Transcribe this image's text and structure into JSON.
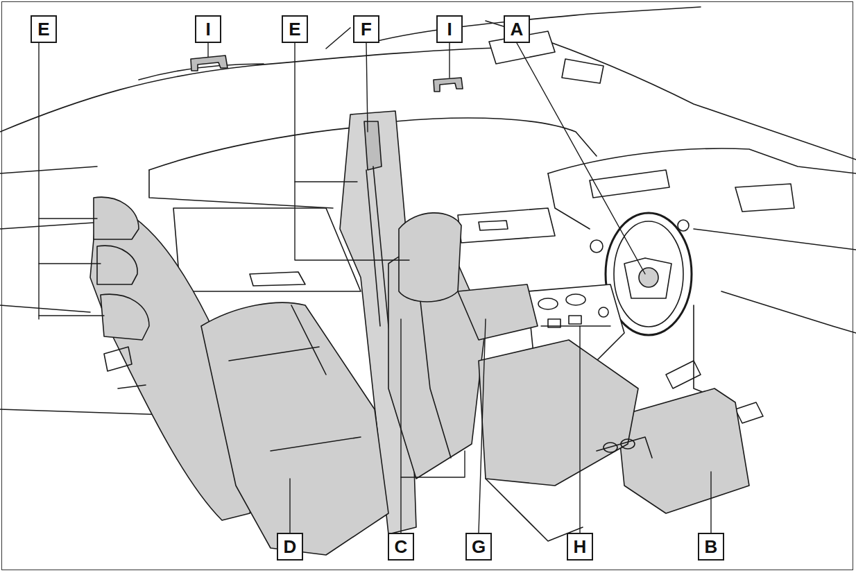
{
  "diagram": {
    "labels": [
      "E",
      "I",
      "E",
      "F",
      "I",
      "A",
      "D",
      "C",
      "G",
      "H",
      "B"
    ]
  }
}
